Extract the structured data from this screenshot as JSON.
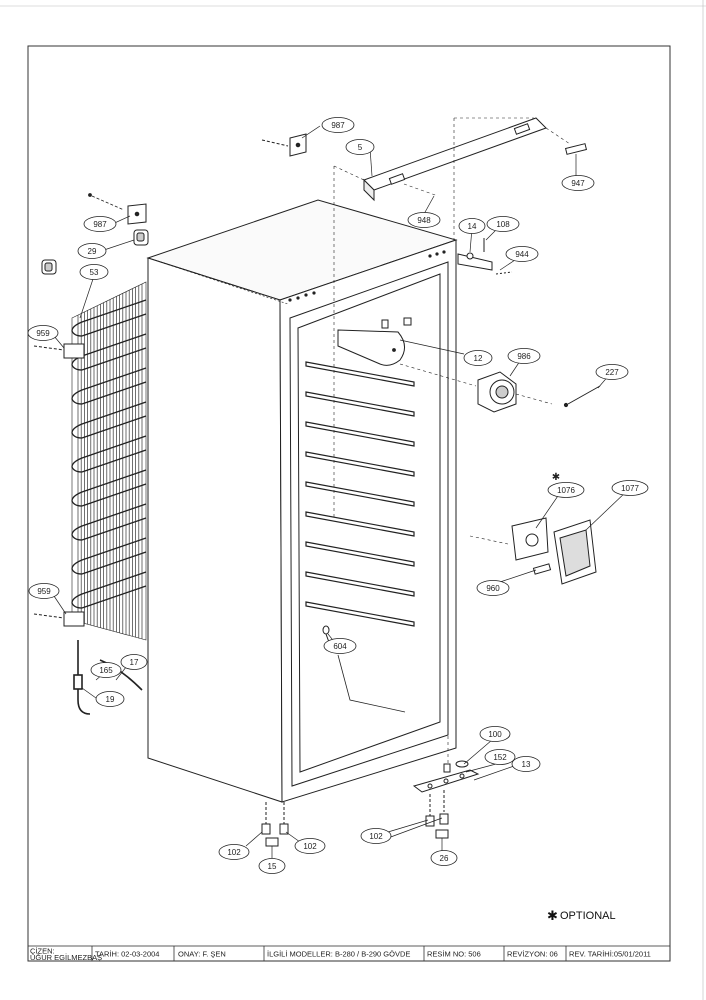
{
  "callouts": [
    {
      "id": "c987a",
      "label": "987"
    },
    {
      "id": "c5",
      "label": "5"
    },
    {
      "id": "c947",
      "label": "947"
    },
    {
      "id": "c948",
      "label": "948"
    },
    {
      "id": "c14",
      "label": "14"
    },
    {
      "id": "c108",
      "label": "108"
    },
    {
      "id": "c944",
      "label": "944"
    },
    {
      "id": "c987b",
      "label": "987"
    },
    {
      "id": "c29",
      "label": "29"
    },
    {
      "id": "c53",
      "label": "53"
    },
    {
      "id": "c959a",
      "label": "959"
    },
    {
      "id": "c12",
      "label": "12"
    },
    {
      "id": "c986",
      "label": "986"
    },
    {
      "id": "c227",
      "label": "227"
    },
    {
      "id": "c1076",
      "label": "1076"
    },
    {
      "id": "c1077",
      "label": "1077"
    },
    {
      "id": "c960",
      "label": "960"
    },
    {
      "id": "c959b",
      "label": "959"
    },
    {
      "id": "c604",
      "label": "604"
    },
    {
      "id": "c165",
      "label": "165"
    },
    {
      "id": "c17",
      "label": "17"
    },
    {
      "id": "c19",
      "label": "19"
    },
    {
      "id": "c100",
      "label": "100"
    },
    {
      "id": "c152",
      "label": "152"
    },
    {
      "id": "c13",
      "label": "13"
    },
    {
      "id": "c102a",
      "label": "102"
    },
    {
      "id": "c102b",
      "label": "102"
    },
    {
      "id": "c15",
      "label": "15"
    },
    {
      "id": "c102c",
      "label": "102"
    },
    {
      "id": "c26",
      "label": "26"
    }
  ],
  "optional_note": {
    "symbol": "✱",
    "text": "OPTIONAL"
  },
  "title_block": {
    "drawn_by": "ÇİZEN:",
    "drawn_by_name": "UĞUR EGİLMEZBAŞ",
    "date": "TARİH: 02-03-2004",
    "approval": "ONAY: F. ŞEN",
    "models": "İLGİLİ MODELLER:   B-280 / B-290 GÖVDE",
    "drawing_no": "RESİM NO: 506",
    "revision": "REVİZYON: 06",
    "rev_date": "REV. TARİHİ:05/01/2011"
  }
}
